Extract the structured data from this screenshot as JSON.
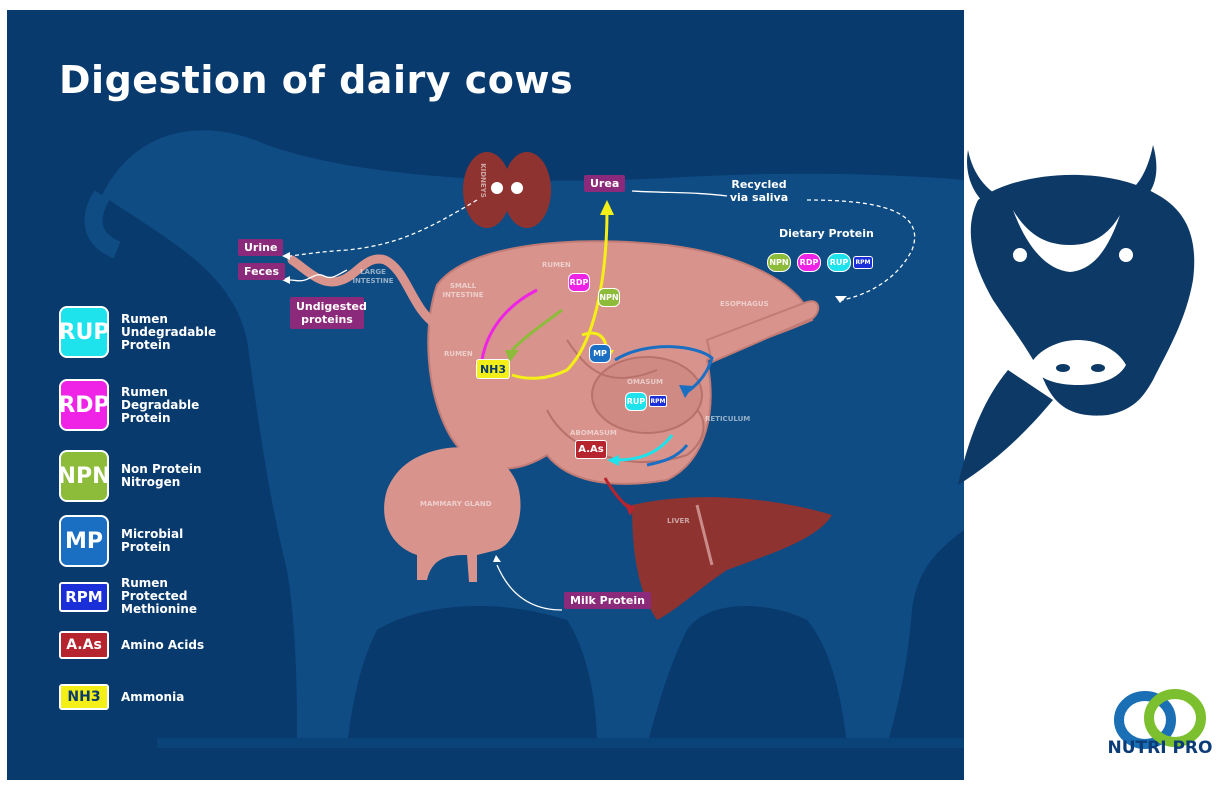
{
  "title": "Digestion of dairy cows",
  "legend": [
    {
      "abbr": "RUP",
      "label": "Rumen Undegradable Protein",
      "color": "#1ee3ec"
    },
    {
      "abbr": "RDP",
      "label": "Rumen Degradable Protein",
      "color": "#ee23e6"
    },
    {
      "abbr": "NPN",
      "label": "Non Protein Nitrogen",
      "color": "#8dbb3a"
    },
    {
      "abbr": "MP",
      "label": "Microbial Protein",
      "color": "#1b6fc2"
    },
    {
      "abbr": "RPM",
      "label": "Rumen Protected Methionine",
      "color": "#1a2fd8"
    },
    {
      "abbr": "A.As",
      "label": "Amino Acids",
      "color": "#b6242e"
    },
    {
      "abbr": "NH3",
      "label": "Ammonia",
      "color": "#f4ef16"
    }
  ],
  "flow_labels": {
    "urea": "Urea",
    "recycled": "Recycled via saliva",
    "dietary_protein": "Dietary Protein",
    "urine": "Urine",
    "feces": "Feces",
    "undigested": "Undigested proteins",
    "milk_protein": "Milk Protein"
  },
  "organ_labels": {
    "kidneys": "KIDNEYS",
    "large_intestine": "LARGE INTESTINE",
    "small_intestine": "SMALL INTESTINE",
    "rumen_top": "RUMEN",
    "rumen_left": "RUMEN",
    "esophagus": "ESOPHAGUS",
    "omasum": "OMASUM",
    "reticulum": "RETICULUM",
    "abomasum": "ABOMASUM",
    "mammary": "MAMMARY GLAND",
    "liver": "LIVER"
  },
  "diagram_badges": {
    "npn": "NPN",
    "rdp": "RDP",
    "rup": "RUP",
    "rpm": "RPM",
    "mp": "MP",
    "nh3": "NH3",
    "aas": "A.As"
  },
  "brand": "NUTRI PRO",
  "colors": {
    "background": "#083a6e",
    "silhouette": "#0f4c83",
    "organ": "#d8938c",
    "liver": "#8e3330",
    "label_bg": "#8b2a7a"
  }
}
